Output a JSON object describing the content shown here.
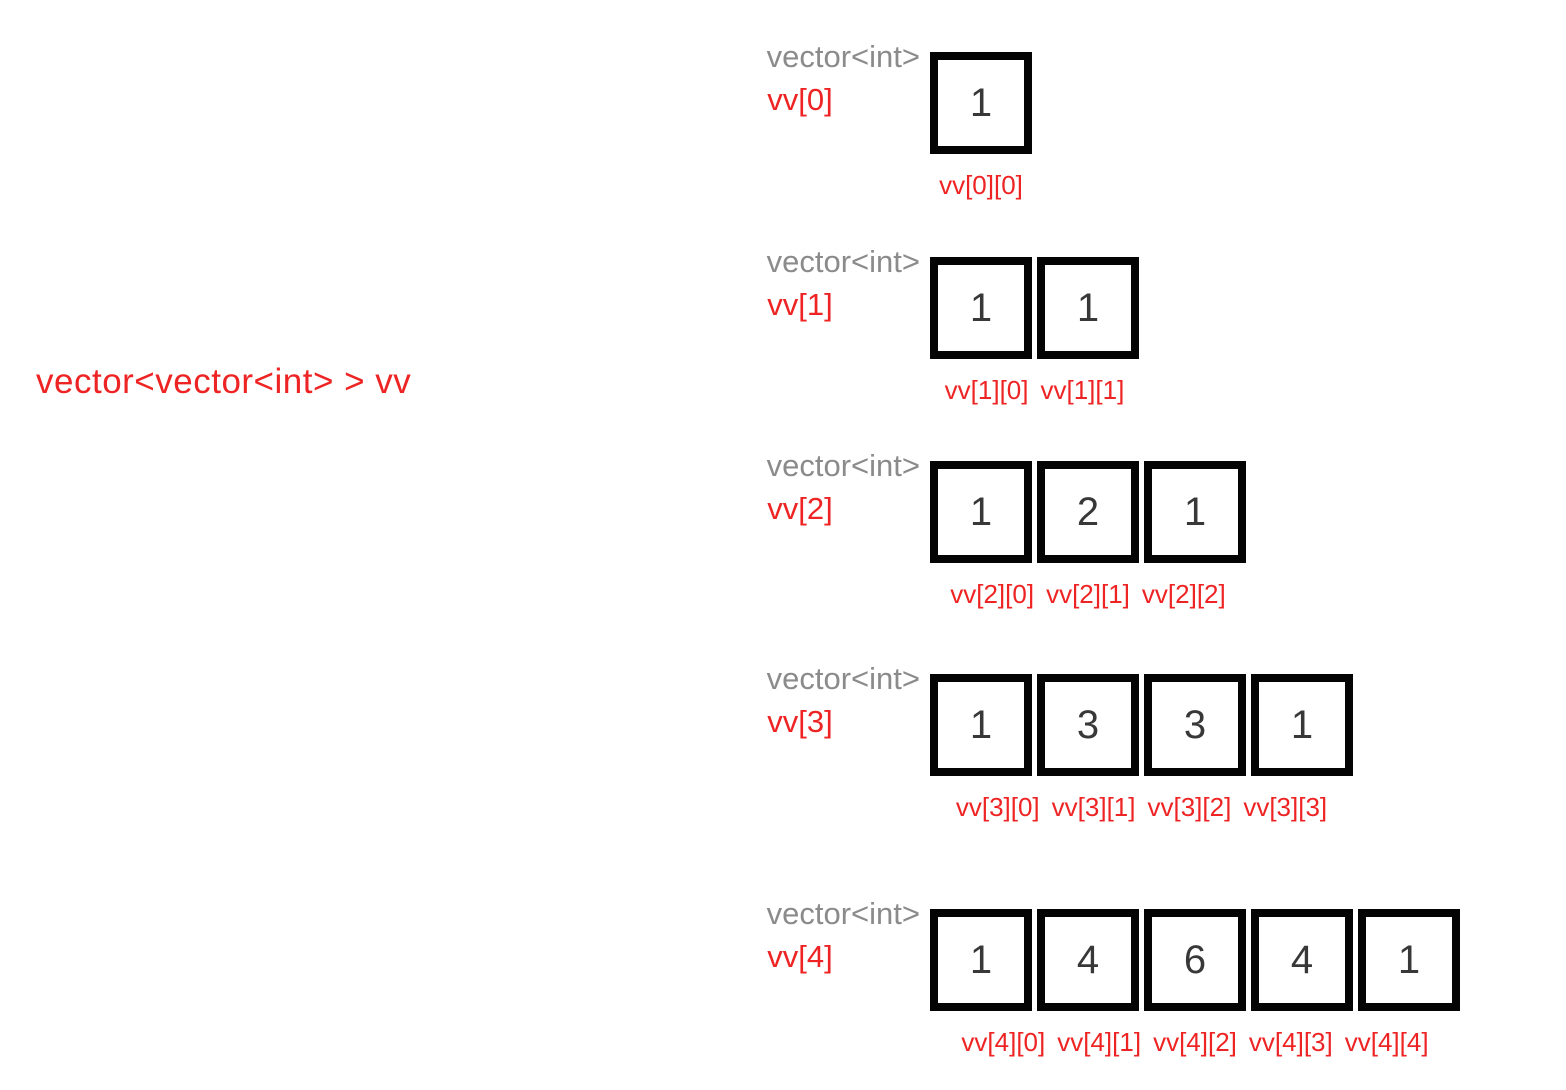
{
  "declaration": "vector<vector<int> > vv",
  "colors": {
    "red": "#ee2424",
    "gray": "#8b8b8b",
    "cell_border": "#040404",
    "cell_text": "#383838"
  },
  "rows": [
    {
      "type_label": "vector<int>",
      "row_label": "vv[0]",
      "cells": [
        {
          "value": "1",
          "index_label": "vv[0][0]"
        }
      ]
    },
    {
      "type_label": "vector<int>",
      "row_label": "vv[1]",
      "cells": [
        {
          "value": "1",
          "index_label": "vv[1][0]"
        },
        {
          "value": "1",
          "index_label": "vv[1][1]"
        }
      ]
    },
    {
      "type_label": "vector<int>",
      "row_label": "vv[2]",
      "cells": [
        {
          "value": "1",
          "index_label": "vv[2][0]"
        },
        {
          "value": "2",
          "index_label": "vv[2][1]"
        },
        {
          "value": "1",
          "index_label": "vv[2][2]"
        }
      ]
    },
    {
      "type_label": "vector<int>",
      "row_label": "vv[3]",
      "cells": [
        {
          "value": "1",
          "index_label": "vv[3][0]"
        },
        {
          "value": "3",
          "index_label": "vv[3][1]"
        },
        {
          "value": "3",
          "index_label": "vv[3][2]"
        },
        {
          "value": "1",
          "index_label": "vv[3][3]"
        }
      ]
    },
    {
      "type_label": "vector<int>",
      "row_label": "vv[4]",
      "cells": [
        {
          "value": "1",
          "index_label": "vv[4][0]"
        },
        {
          "value": "4",
          "index_label": "vv[4][1]"
        },
        {
          "value": "6",
          "index_label": "vv[4][2]"
        },
        {
          "value": "4",
          "index_label": "vv[4][3]"
        },
        {
          "value": "1",
          "index_label": "vv[4][4]"
        }
      ]
    }
  ]
}
